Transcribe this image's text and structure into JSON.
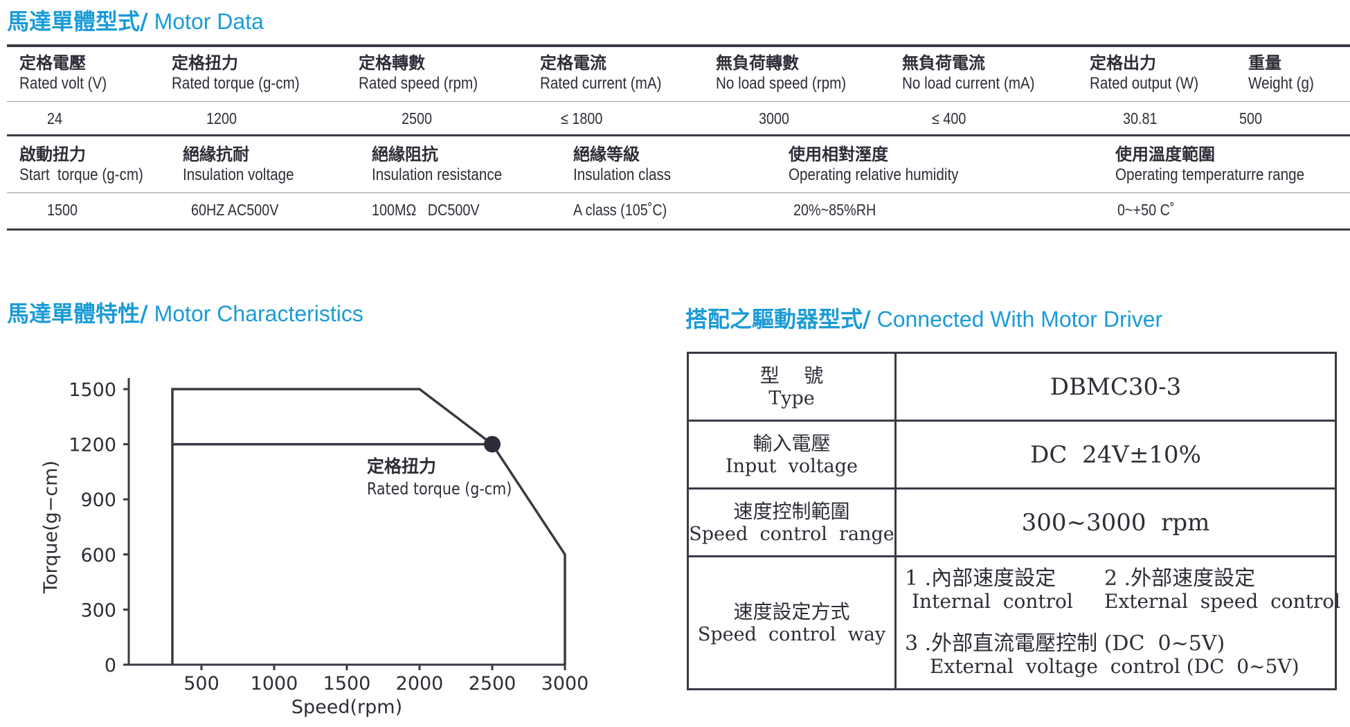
{
  "motor_data": {
    "title_zh": "馬達單體型式/",
    "title_en": " Motor Data",
    "row1_headers": [
      {
        "zh": "定格電壓",
        "en": "Rated volt (V)"
      },
      {
        "zh": "定格扭力",
        "en": "Rated torque (g-cm)"
      },
      {
        "zh": "定格轉數",
        "en": "Rated speed (rpm)"
      },
      {
        "zh": "定格電流",
        "en": "Rated current (mA)"
      },
      {
        "zh": "無負荷轉數",
        "en": "No load speed (rpm)"
      },
      {
        "zh": "無負荷電流",
        "en": "No load current (mA)"
      },
      {
        "zh": "定格出力",
        "en": "Rated output (W)"
      },
      {
        "zh": "重量",
        "en": "Weight (g)"
      }
    ],
    "row1_values": [
      "24",
      "1200",
      "2500",
      "≤ 1800",
      "3000",
      "≤ 400",
      "30.81",
      "500"
    ],
    "row2_headers": [
      {
        "zh": "啟動扭力",
        "en": "Start  torque (g-cm)"
      },
      {
        "zh": "絕緣抗耐",
        "en": "Insulation voltage"
      },
      {
        "zh": "絕緣阻抗",
        "en": "Insulation resistance"
      },
      {
        "zh": "絕緣等級",
        "en": "Insulation class"
      },
      {
        "zh": "使用相對溼度",
        "en": "Operating relative humidity"
      },
      {
        "zh": "使用溫度範圍",
        "en": "Operating temperaturre range"
      }
    ],
    "row2_values": [
      "1500",
      "60HZ AC500V",
      "100MΩ   DC500V",
      "A class (105˚C)",
      "20%~85%RH",
      "0~+50 C˚"
    ]
  },
  "characteristics": {
    "title_zh": "馬達單體特性/",
    "title_en": " Motor Characteristics"
  },
  "chart_data": {
    "type": "line",
    "xlabel": "Speed(rpm)",
    "ylabel": "Torque(g−cm)",
    "xlim": [
      0,
      3000
    ],
    "ylim": [
      0,
      1500
    ],
    "x_ticks": [
      "500",
      "1000",
      "1500",
      "2000",
      "2500",
      "3000"
    ],
    "y_ticks": [
      "0",
      "300",
      "600",
      "900",
      "1200",
      "1500"
    ],
    "series": [
      {
        "points": [
          [
            300,
            0
          ],
          [
            300,
            1500
          ],
          [
            2000,
            1500
          ],
          [
            2500,
            1200
          ],
          [
            3000,
            600
          ],
          [
            3000,
            0
          ]
        ]
      },
      {
        "points": [
          [
            300,
            1200
          ],
          [
            2500,
            1200
          ]
        ]
      }
    ],
    "marker": {
      "x": 2500,
      "y": 1200
    },
    "annotation": {
      "zh": "定格扭力",
      "en": "Rated torque (g-cm)"
    },
    "grid": false
  },
  "driver": {
    "title_zh": "搭配之驅動器型式/",
    "title_en": " Connected With Motor Driver",
    "rows": [
      {
        "zh": "型    號",
        "en": "Type",
        "value": "DBMC30-3"
      },
      {
        "zh": "輸入電壓",
        "en": "Input  voltage",
        "value": "DC  24V±10%"
      },
      {
        "zh": "速度控制範圍",
        "en": "Speed  control  range",
        "value": "300~3000  rpm"
      }
    ],
    "control": {
      "zh": "速度設定方式",
      "en": "Speed  control  way",
      "opt1_zh": "1 .內部速度設定",
      "opt1_en": "Internal  control",
      "opt2_zh": "2 .外部速度設定",
      "opt2_en": "External  speed  control",
      "opt3_zh": "3 .外部直流電壓控制 (DC  0~5V)",
      "opt3_en": "External  voltage  control (DC  0~5V)"
    }
  }
}
